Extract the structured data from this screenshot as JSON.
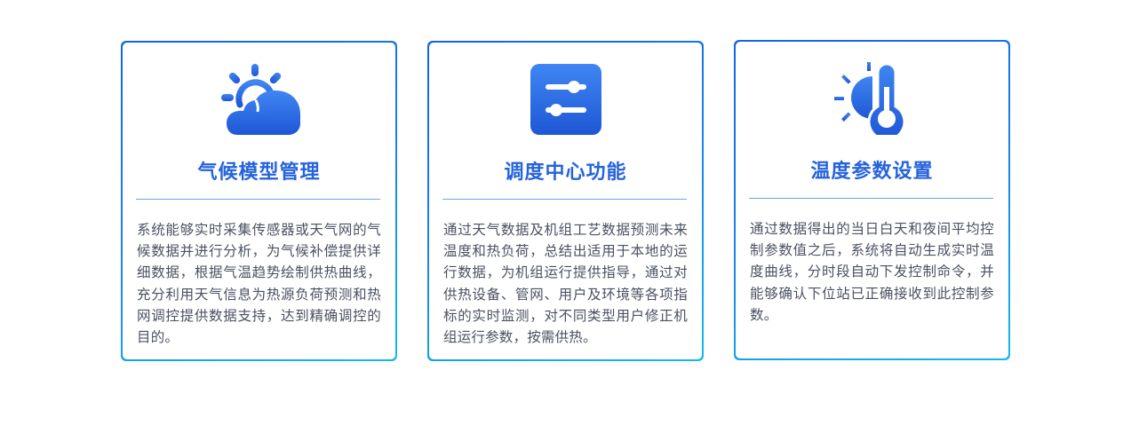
{
  "colors": {
    "border_start": "#1463e6",
    "border_end": "#12bbe8",
    "title": "#2563dc",
    "icon_top": "#3f86f2",
    "icon_bottom": "#1f57d6",
    "divider": "#6aa6ee",
    "body_text": "#4a5160"
  },
  "cards": [
    {
      "icon": "partly-cloudy-icon",
      "title": "气候模型管理",
      "description": "系统能够实时采集传感器或天气网的气候数据并进行分析，为气候补偿提供详细数据，根据气温趋势绘制供热曲线，充分利用天气信息为热源负荷预测和热网调控提供数据支持，达到精确调控的目的。"
    },
    {
      "icon": "sliders-icon",
      "title": "调度中心功能",
      "description": "通过天气数据及机组工艺数据预测未来温度和热负荷，总结出适用于本地的运行数据，为机组运行提供指导，通过对供热设备、管网、用户及环境等各项指标的实时监测，对不同类型用户修正机组运行参数，按需供热。"
    },
    {
      "icon": "thermometer-sun-icon",
      "title": "温度参数设置",
      "description": "通过数据得出的当日白天和夜间平均控制参数值之后，系统将自动生成实时温度曲线，分时段自动下发控制命令，并能够确认下位站已正确接收到此控制参数。"
    }
  ]
}
